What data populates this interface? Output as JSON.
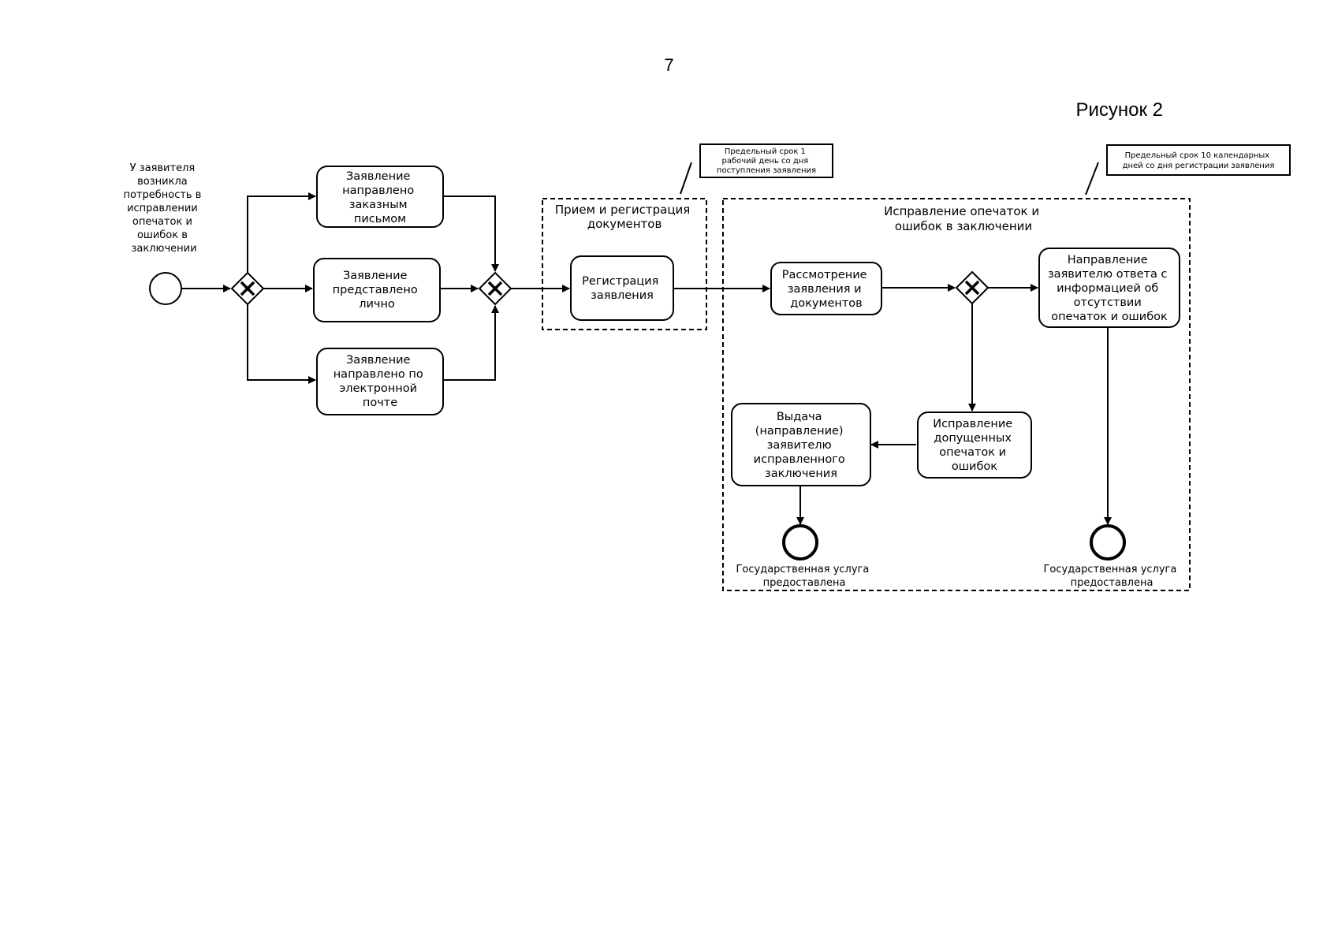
{
  "page": {
    "number": "7",
    "caption": "Рисунок 2"
  },
  "diagram": {
    "start_label": [
      "У заявителя",
      "возникла",
      "потребность в",
      "исправлении",
      "опечаток и",
      "ошибок в",
      "заключении"
    ],
    "tasks": {
      "mail": [
        "Заявление",
        "направлено",
        "заказным",
        "письмом"
      ],
      "personal": [
        "Заявление",
        "представлено",
        "лично"
      ],
      "email": [
        "Заявление",
        "направлено по",
        "электронной",
        "почте"
      ],
      "registration": [
        "Регистрация",
        "заявления"
      ],
      "review": [
        "Рассмотрение",
        "заявления и",
        "документов"
      ],
      "answer": [
        "Направление",
        "заявителю ответа с",
        "информацией об",
        "отсутствии",
        "опечаток и ошибок"
      ],
      "correction": [
        "Исправление",
        "допущенных",
        "опечаток и",
        "ошибок"
      ],
      "issue": [
        "Выдача",
        "(направление)",
        "заявителю",
        "исправленного",
        "заключения"
      ]
    },
    "lanes": {
      "intake": [
        "Прием и регистрация",
        "документов"
      ],
      "fixing": [
        "Исправление опечаток и",
        "ошибок в заключении"
      ]
    },
    "notes": {
      "intake_deadline": [
        "Предельный срок 1",
        "рабочий день со дня",
        "поступления заявления"
      ],
      "fixing_deadline": [
        "Предельный срок 10 календарных",
        "дней со дня регистрации заявления"
      ]
    },
    "end_labels": {
      "end1": [
        "Государственная услуга",
        "предоставлена"
      ],
      "end2": [
        "Государственная услуга",
        "предоставлена"
      ]
    }
  }
}
